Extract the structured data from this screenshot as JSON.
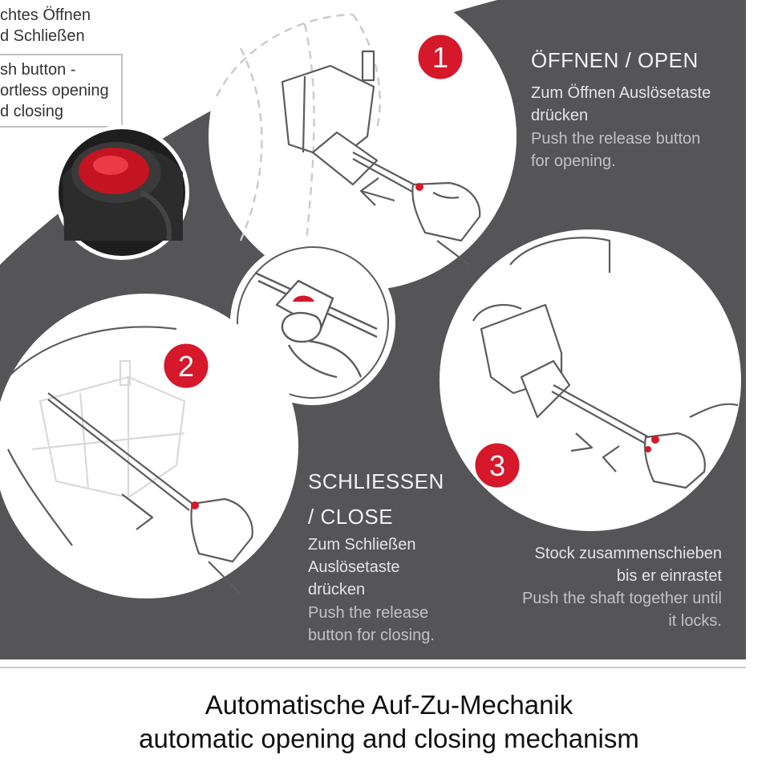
{
  "intro": {
    "lines": [
      "chtes Öffnen",
      "d Schließen",
      "sh button -",
      "ortless opening",
      "d closing"
    ]
  },
  "steps": [
    {
      "number": "1",
      "title": "ÖFFNEN / OPEN",
      "text_de": [
        "Zum Öffnen Auslösetaste",
        "drücken"
      ],
      "text_en": [
        "Push the release button",
        "for opening."
      ]
    },
    {
      "number": "2",
      "title_lines": [
        "SCHLIESSEN",
        "/ CLOSE"
      ],
      "text_de": [
        "Zum Schließen",
        "Auslösetaste",
        "drücken"
      ],
      "text_en": [
        "Push the release",
        "button for closing."
      ]
    },
    {
      "number": "3",
      "text_de": [
        "Stock zusammenschieben",
        "bis er einrastet"
      ],
      "text_en": [
        "Push the shaft together until",
        "it locks."
      ]
    }
  ],
  "caption": {
    "line1": "Automatische Auf-Zu-Mechanik",
    "line2": "automatic opening and closing mechanism"
  },
  "colors": {
    "panel": "#555558",
    "accent_red": "#d5182a",
    "line_art": "#5c5c5c"
  }
}
